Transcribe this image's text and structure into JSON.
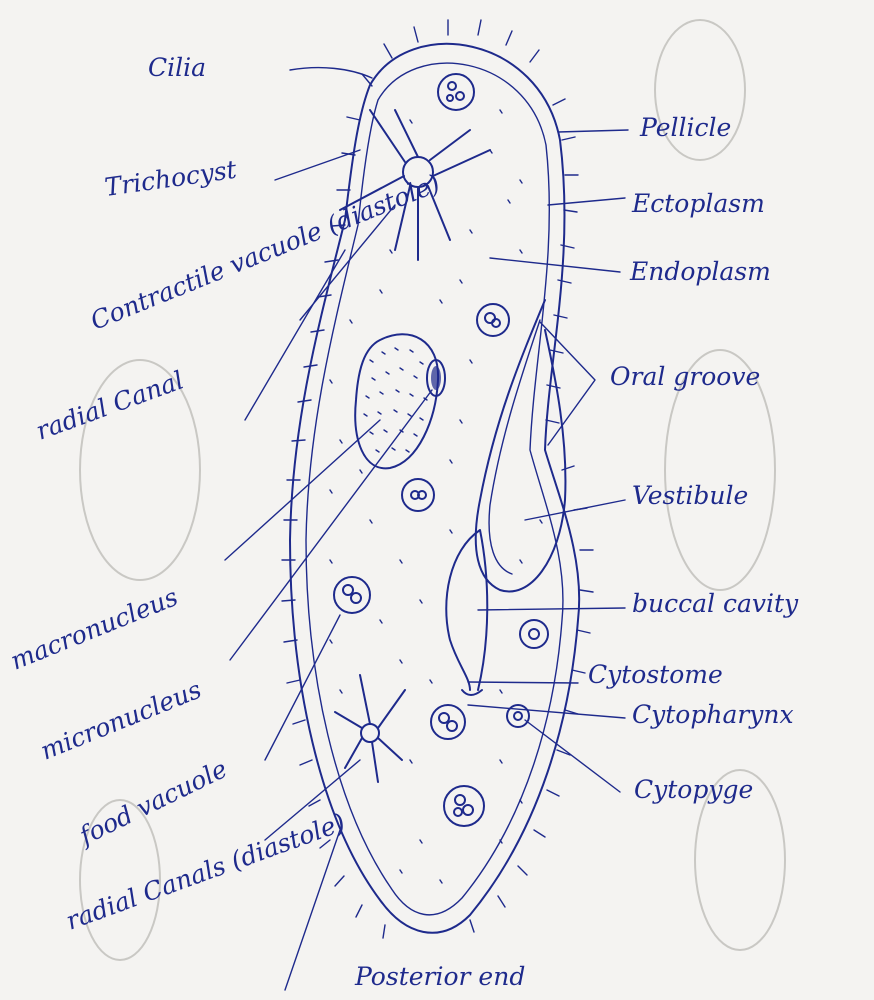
{
  "diagram": {
    "ink_color": "#1e2a8c",
    "paper_color": "#f4f3f1",
    "labels": {
      "cilia": "Cilia",
      "trichocyst": "Trichocyst",
      "contractile_vacuole": "Contractile vacuole (diastole)",
      "radial_canal": "radial Canal",
      "macronucleus": "macronucleus",
      "micronucleus": "micronucleus",
      "food_vacuole": "food vacuole",
      "radial_canals_diastole": "radial Canals (diastole)",
      "pellicle": "Pellicle",
      "ectoplasm": "Ectoplasm",
      "endoplasm": "Endoplasm",
      "oral_groove": "Oral groove",
      "vestibule": "Vestibule",
      "buccal_cavity": "buccal cavity",
      "cytostome": "Cytostome",
      "cytopharynx": "Cytopharynx",
      "cytopyge": "Cytopyge",
      "posterior_end": "Posterior end"
    }
  }
}
